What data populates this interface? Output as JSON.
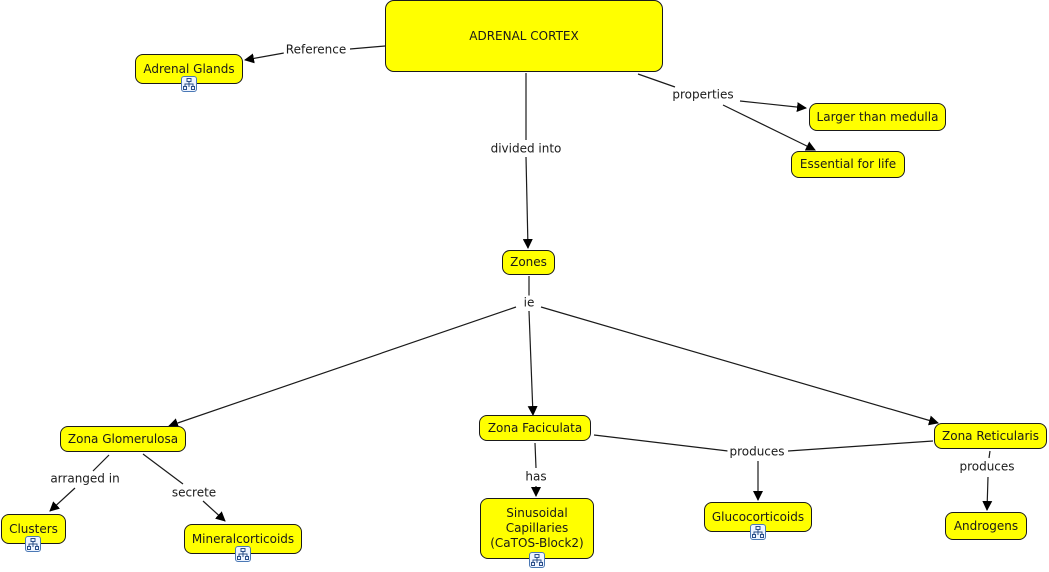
{
  "map": {
    "node_color": "#ffff00",
    "nodes": [
      {
        "id": "adrenal-cortex",
        "label": "ADRENAL CORTEX",
        "has_resource": false
      },
      {
        "id": "adrenal-glands",
        "label": "Adrenal Glands",
        "has_resource": true
      },
      {
        "id": "larger-than-medulla",
        "label": "Larger than medulla",
        "has_resource": false
      },
      {
        "id": "essential-for-life",
        "label": "Essential for life",
        "has_resource": false
      },
      {
        "id": "zones",
        "label": "Zones",
        "has_resource": false
      },
      {
        "id": "zona-glomerulosa",
        "label": "Zona Glomerulosa",
        "has_resource": false
      },
      {
        "id": "zona-faciculata",
        "label": "Zona Faciculata",
        "has_resource": false
      },
      {
        "id": "zona-reticularis",
        "label": "Zona Reticularis",
        "has_resource": false
      },
      {
        "id": "clusters",
        "label": "Clusters",
        "has_resource": true
      },
      {
        "id": "mineralcorticoids",
        "label": "Mineralcorticoids",
        "has_resource": true
      },
      {
        "id": "sinusoidal-capillaries",
        "label": "Sinusoidal Capillaries (CaTOS-Block2)",
        "has_resource": true
      },
      {
        "id": "glucocorticoids",
        "label": "Glucocorticoids",
        "has_resource": true
      },
      {
        "id": "androgens",
        "label": "Androgens",
        "has_resource": false
      }
    ],
    "links": [
      {
        "label": "Reference",
        "from": [
          "adrenal-cortex"
        ],
        "to": [
          "adrenal-glands"
        ]
      },
      {
        "label": "properties",
        "from": [
          "adrenal-cortex"
        ],
        "to": [
          "larger-than-medulla",
          "essential-for-life"
        ]
      },
      {
        "label": "divided into",
        "from": [
          "adrenal-cortex"
        ],
        "to": [
          "zones"
        ]
      },
      {
        "label": "ie",
        "from": [
          "zones"
        ],
        "to": [
          "zona-glomerulosa",
          "zona-faciculata",
          "zona-reticularis"
        ]
      },
      {
        "label": "arranged in",
        "from": [
          "zona-glomerulosa"
        ],
        "to": [
          "clusters"
        ]
      },
      {
        "label": "secrete",
        "from": [
          "zona-glomerulosa"
        ],
        "to": [
          "mineralcorticoids"
        ]
      },
      {
        "label": "has",
        "from": [
          "zona-faciculata"
        ],
        "to": [
          "sinusoidal-capillaries"
        ]
      },
      {
        "label": "produces",
        "from": [
          "zona-faciculata",
          "zona-reticularis"
        ],
        "to": [
          "glucocorticoids"
        ]
      },
      {
        "label": "produces",
        "from": [
          "zona-reticularis"
        ],
        "to": [
          "androgens"
        ]
      }
    ],
    "resource_icon": "concept-map-icon"
  },
  "nodes": {
    "adrenal_cortex": "ADRENAL CORTEX",
    "adrenal_glands": "Adrenal Glands",
    "larger_than_medulla": "Larger than medulla",
    "essential_for_life": "Essential for life",
    "zones": "Zones",
    "zona_glomerulosa": "Zona Glomerulosa",
    "zona_faciculata": "Zona Faciculata",
    "zona_reticularis": "Zona Reticularis",
    "clusters": "Clusters",
    "mineralcorticoids": "Mineralcorticoids",
    "sinusoidal_capillaries": "Sinusoidal Capillaries (CaTOS-Block2)",
    "glucocorticoids": "Glucocorticoids",
    "androgens": "Androgens"
  },
  "link_labels": {
    "reference": "Reference",
    "properties": "properties",
    "divided_into": "divided into",
    "ie": "ie",
    "arranged_in": "arranged in",
    "secrete": "secrete",
    "has": "has",
    "produces_gluco": "produces",
    "produces_andro": "produces"
  }
}
